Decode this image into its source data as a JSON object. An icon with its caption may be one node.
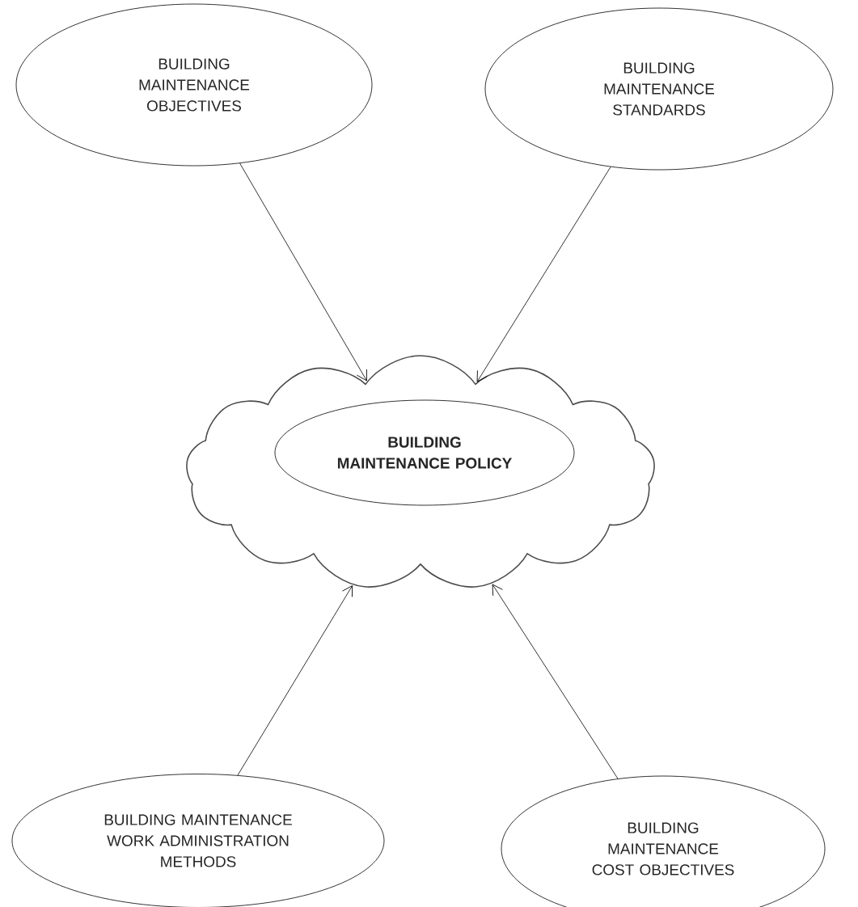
{
  "diagram": {
    "nodes": [
      {
        "text": [
          "BUILDING MAINTENANCE OBJECTIVES"
        ]
      },
      {
        "text": [
          "BUILDING MAINTENANCE STANDARDS"
        ]
      },
      {
        "text": [],
        "shape": "cloud"
      },
      {
        "text": [
          "BUILDING MAINTENANCE POLICY"
        ],
        "in": 2
      },
      {
        "text": [
          "BUILDING MAINTENANCE WORK ADMINISTRATION METHODS"
        ]
      },
      {
        "text": [
          "BUILDING MAINTENANCE COST OBJECTIVES"
        ]
      }
    ],
    "edges": [
      {
        "from": 0,
        "to": 2,
        "arrow": "to"
      },
      {
        "from": 1,
        "to": 2,
        "arrow": "to"
      },
      {
        "from": 4,
        "to": 2,
        "arrow": "to"
      },
      {
        "from": 5,
        "to": 2,
        "arrow": "to"
      }
    ]
  }
}
